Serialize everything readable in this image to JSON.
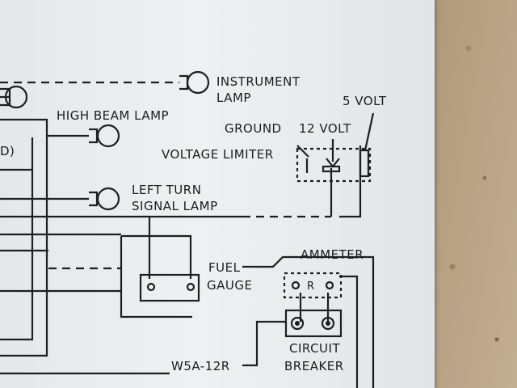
{
  "labels": {
    "instrument": "INSTRUMENT",
    "lamp": "LAMP",
    "high_beam": "HIGH BEAM LAMP",
    "five_volt": "5 VOLT",
    "ground": "GROUND",
    "twelve_volt": "12 VOLT",
    "voltage_limiter": "VOLTAGE LIMITER",
    "left_turn": "LEFT TURN",
    "signal_lamp": "SIGNAL LAMP",
    "fuel": "FUEL",
    "gauge": "GAUGE",
    "ammeter": "AMMETER",
    "terminal_r": "R",
    "wire_code": "W5A-12R",
    "circuit": "CIRCUIT",
    "breaker": "BREAKER",
    "edge_fragment": "D)"
  },
  "colors": {
    "paper": "#eceef0",
    "ink": "#1c1c1e",
    "table": "#b9a890"
  }
}
